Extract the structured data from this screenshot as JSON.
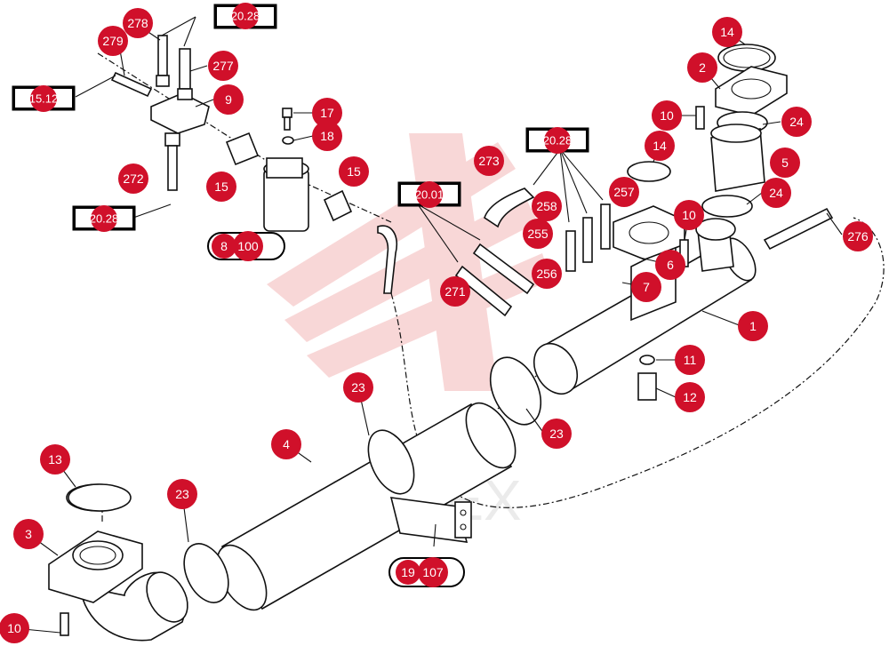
{
  "diagram": {
    "watermark_text": "ИНТЕХ",
    "callout_color": "#d0102a",
    "callouts": [
      {
        "id": "c1",
        "label": "1"
      },
      {
        "id": "c2",
        "label": "2"
      },
      {
        "id": "c3",
        "label": "3"
      },
      {
        "id": "c4",
        "label": "4"
      },
      {
        "id": "c5",
        "label": "5"
      },
      {
        "id": "c6",
        "label": "6"
      },
      {
        "id": "c7",
        "label": "7"
      },
      {
        "id": "c8",
        "label": "8"
      },
      {
        "id": "c9",
        "label": "9"
      },
      {
        "id": "c10a",
        "label": "10"
      },
      {
        "id": "c10b",
        "label": "10"
      },
      {
        "id": "c10c",
        "label": "10"
      },
      {
        "id": "c11",
        "label": "11"
      },
      {
        "id": "c12",
        "label": "12"
      },
      {
        "id": "c13",
        "label": "13"
      },
      {
        "id": "c14a",
        "label": "14"
      },
      {
        "id": "c14b",
        "label": "14"
      },
      {
        "id": "c15a",
        "label": "15"
      },
      {
        "id": "c15b",
        "label": "15"
      },
      {
        "id": "c17",
        "label": "17"
      },
      {
        "id": "c18",
        "label": "18"
      },
      {
        "id": "c19",
        "label": "19"
      },
      {
        "id": "c23a",
        "label": "23"
      },
      {
        "id": "c23b",
        "label": "23"
      },
      {
        "id": "c23c",
        "label": "23"
      },
      {
        "id": "c24a",
        "label": "24"
      },
      {
        "id": "c24b",
        "label": "24"
      },
      {
        "id": "c100",
        "label": "100"
      },
      {
        "id": "c107",
        "label": "107"
      },
      {
        "id": "c255",
        "label": "255"
      },
      {
        "id": "c256",
        "label": "256"
      },
      {
        "id": "c257",
        "label": "257"
      },
      {
        "id": "c258",
        "label": "258"
      },
      {
        "id": "c271",
        "label": "271"
      },
      {
        "id": "c272",
        "label": "272"
      },
      {
        "id": "c273",
        "label": "273"
      },
      {
        "id": "c276",
        "label": "276"
      },
      {
        "id": "c277",
        "label": "277"
      },
      {
        "id": "c278",
        "label": "278"
      },
      {
        "id": "c279",
        "label": "279"
      }
    ],
    "references": [
      {
        "id": "r1",
        "label": "20.28"
      },
      {
        "id": "r2",
        "label": "15.12"
      },
      {
        "id": "r3",
        "label": "20.28"
      },
      {
        "id": "r4",
        "label": "20.28"
      },
      {
        "id": "r5",
        "label": "20.01"
      }
    ]
  }
}
